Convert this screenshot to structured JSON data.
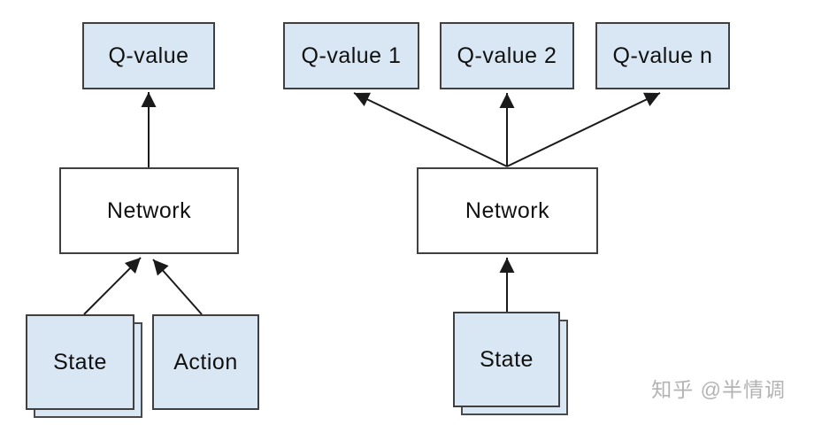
{
  "left_diagram": {
    "q_value_label": "Q-value",
    "network_label": "Network",
    "state_label": "State",
    "action_label": "Action"
  },
  "right_diagram": {
    "q_value_1_label": "Q-value 1",
    "q_value_2_label": "Q-value 2",
    "q_value_n_label": "Q-value n",
    "network_label": "Network",
    "state_label": "State"
  },
  "watermark": {
    "text": "知乎 @半情调"
  },
  "colors": {
    "box_fill": "#d8e7f3",
    "box_border": "#404040",
    "network_fill": "#ffffff",
    "arrow": "#1a1a1a",
    "watermark_text": "#b3b3b3",
    "label_text": "#111111"
  }
}
